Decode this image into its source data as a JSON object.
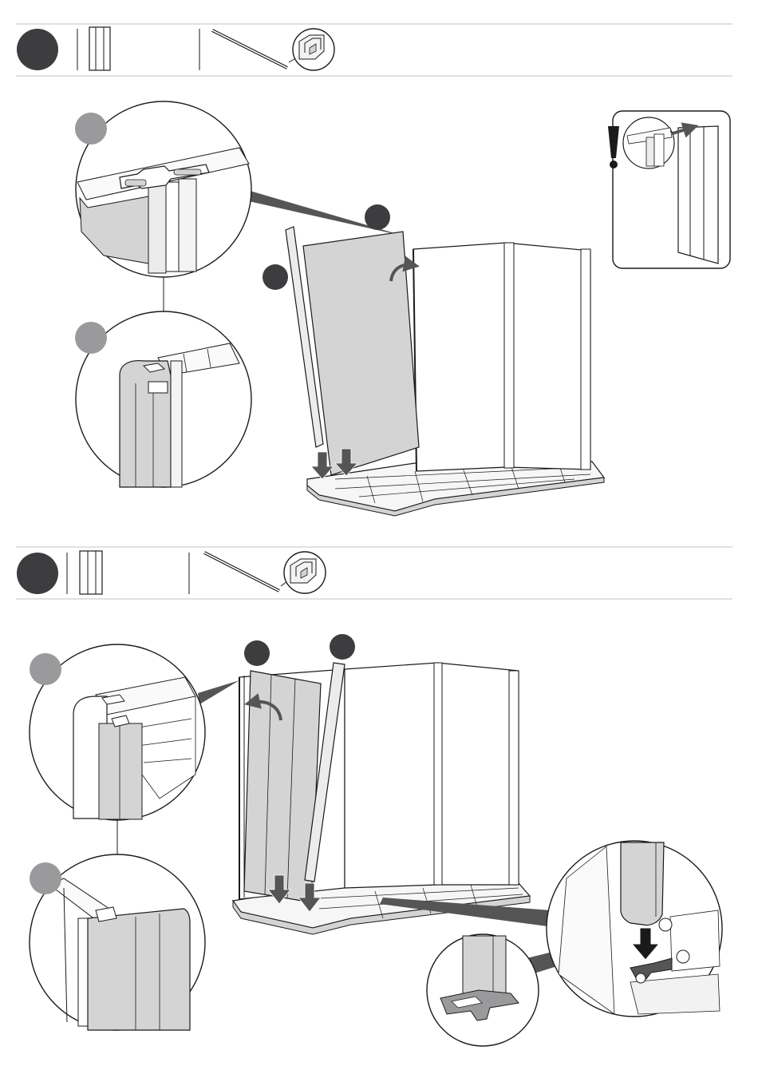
{
  "document": {
    "type": "assembly-instructions",
    "steps": [
      {
        "header": {
          "step_badge": "dark-circle-badge",
          "parts": [
            "panel-part-icon",
            "edge-profile-bar-icon",
            "profile-detail-zoom-icon"
          ]
        },
        "callout_badges": [
          "grey-badge",
          "grey-badge",
          "dark-badge",
          "dark-badge"
        ],
        "warning": {
          "symbol": "!",
          "icon": "exclamation-icon"
        },
        "arrows": [
          "down-arrow-icon",
          "down-arrow-icon",
          "curved-arrow-icon"
        ]
      },
      {
        "header": {
          "step_badge": "dark-circle-badge",
          "parts": [
            "panel-part-icon",
            "edge-profile-bar-icon",
            "profile-detail-zoom-icon"
          ]
        },
        "callout_badges": [
          "grey-badge",
          "grey-badge",
          "dark-badge",
          "dark-badge"
        ],
        "arrows": [
          "down-arrow-icon",
          "down-arrow-icon",
          "curved-arrow-icon",
          "down-arrow-icon"
        ]
      }
    ],
    "colors": {
      "line": "#1a1a1a",
      "badge_dark": "#3d3d3f",
      "badge_grey": "#9a9a9c",
      "panel_fill": "#d4d4d4",
      "arrow_fill": "#555555",
      "rule": "#cfcfcf"
    }
  }
}
